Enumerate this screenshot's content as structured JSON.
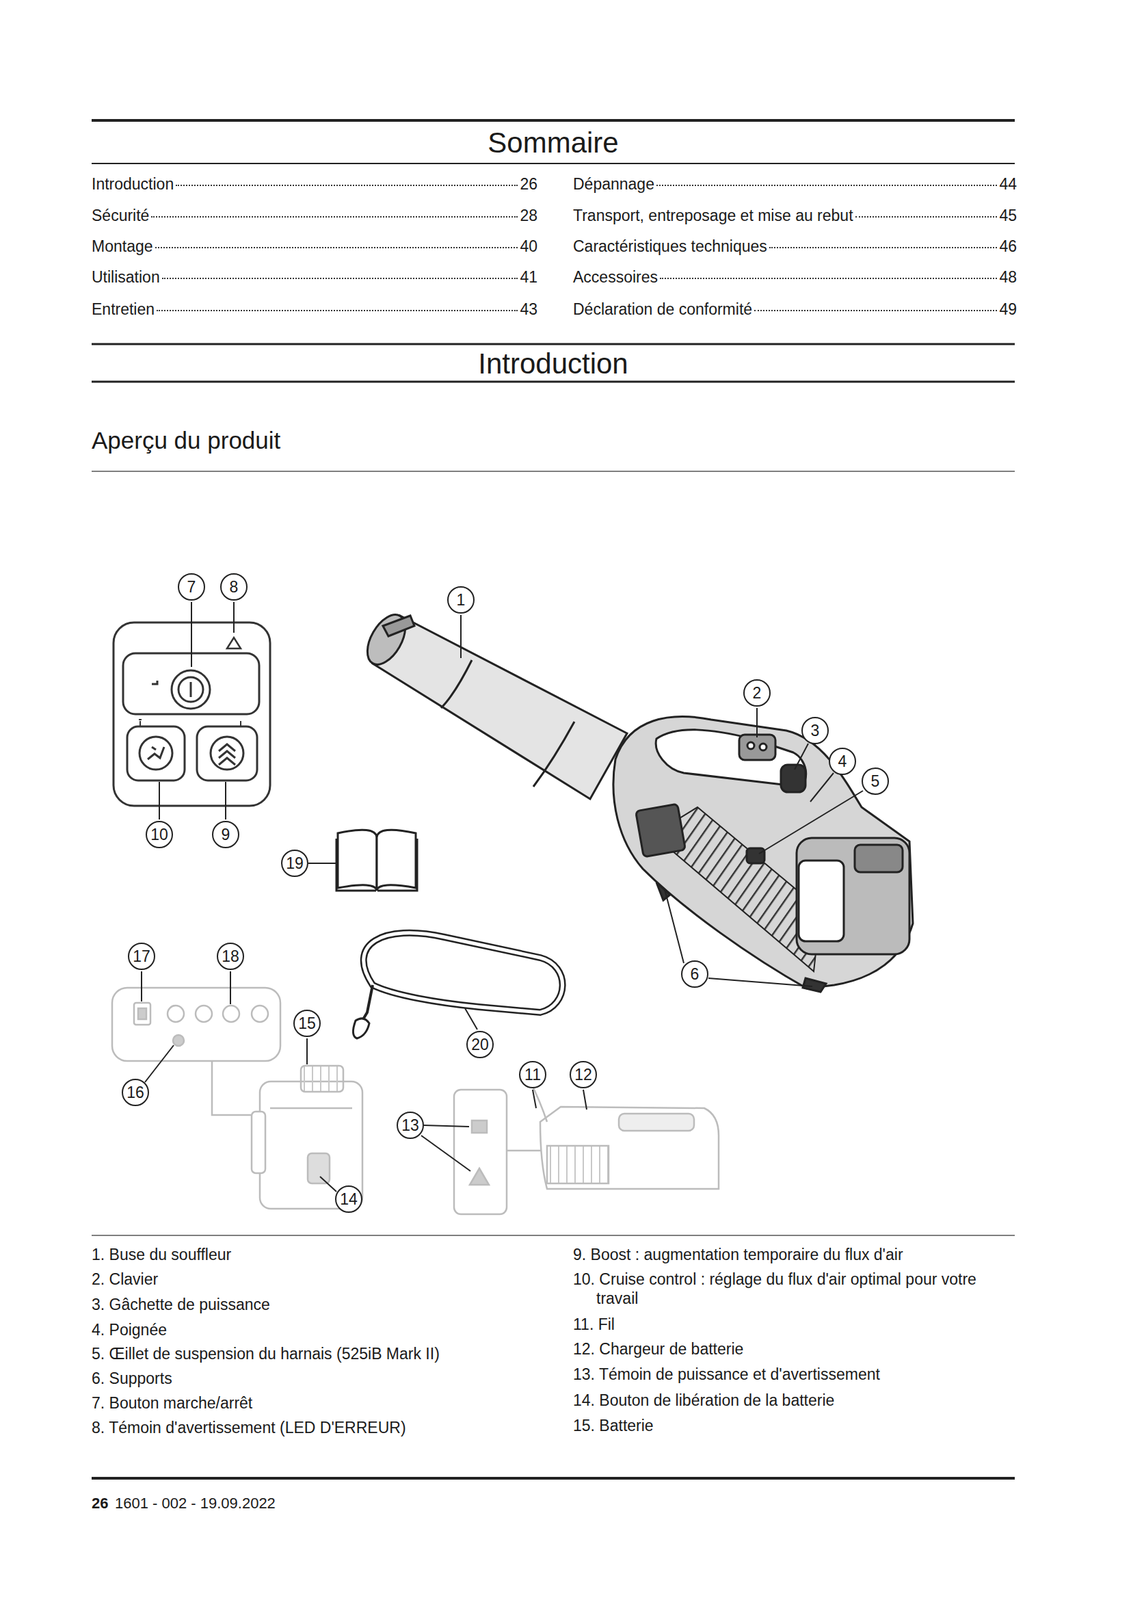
{
  "diagram": {
    "nodes": [
      {
        "text": [
          "7"
        ]
      },
      {
        "text": [
          "8"
        ]
      },
      {
        "text": [
          "1"
        ]
      },
      {
        "text": [
          "2"
        ]
      },
      {
        "text": [
          "3"
        ]
      },
      {
        "text": [
          "4"
        ]
      },
      {
        "text": [
          "5"
        ]
      },
      {
        "text": [
          "10"
        ]
      },
      {
        "text": [
          "9"
        ]
      },
      {
        "text": [
          "19"
        ]
      },
      {
        "text": [
          "6"
        ]
      },
      {
        "text": [
          "17"
        ]
      },
      {
        "text": [
          "18"
        ]
      },
      {
        "text": [
          "15"
        ]
      },
      {
        "text": [
          "20"
        ]
      },
      {
        "text": [
          "11"
        ]
      },
      {
        "text": [
          "12"
        ]
      },
      {
        "text": [
          "16"
        ]
      },
      {
        "text": [
          "13"
        ]
      },
      {
        "text": [
          "14"
        ]
      }
    ],
    "labels": [
      "Sommaire",
      "Introduction",
      "26",
      "Sécurité",
      "28",
      "Montage",
      "40",
      "Utilisation",
      "41",
      "Entretien",
      "43",
      "Dépannage",
      "44",
      "Transport, entreposage et mise au rebut",
      "45",
      "Caractéristiques techniques",
      "46",
      "Accessoires",
      "48",
      "Déclaration de conformité",
      "49",
      "Introduction",
      "Aperçu du produit",
      "1. Buse du souffleur",
      "2. Clavier",
      "3. Gâchette de puissance",
      "4. Poignée",
      "5. Œillet de suspension du harnais (525iB Mark II)",
      "6. Supports",
      "7. Bouton marche/arrêt",
      "8. Témoin d'avertissement (LED D'ERREUR)",
      "9. Boost : augmentation temporaire du flux d'air",
      "10. Cruise control : réglage du flux d'air optimal pour votre travail",
      "11. Fil",
      "12. Chargeur de batterie",
      "13. Témoin de puissance et d'avertissement",
      "14. Bouton de libération de la batterie",
      "15. Batterie",
      "26",
      "1601 - 002 - 19.09.2022"
    ]
  }
}
